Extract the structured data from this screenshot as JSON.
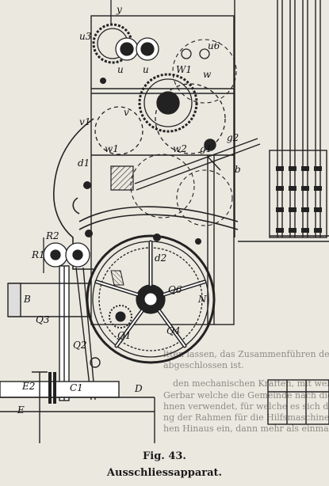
{
  "figure": {
    "caption_number": "Fig. 43.",
    "caption_title": "Ausschliessapparat."
  },
  "labels": {
    "y": "y",
    "u3": "u3",
    "u": "u",
    "u_r": "u",
    "u6": "u6",
    "w_r": "w",
    "W1": "W1",
    "v1": "v1",
    "v": "v",
    "w1": "w1",
    "w2": "w2",
    "g1": "g1",
    "g2": "g2",
    "b": "b",
    "d1": "d1",
    "d2": "d2",
    "R1": "R1",
    "R2": "R2",
    "Q1": "Q1",
    "Q2": "Q2",
    "Q3": "Q3",
    "Q4": "Q4",
    "Q6": "Q6",
    "N": "N",
    "B": "B",
    "E2": "E2",
    "C1": "C1",
    "E": "E",
    "D": "D"
  },
  "bleed_through": [
    "ltten lassen, das Zusammenführen der Log",
    "abgeschlossen ist.",
    "den mechanischen Kräften, mit welchem",
    "Gerbar welche die Gemeinde nach dieser",
    "hnen verwendet, für welche es sich den ein",
    "ng der Rahmen für die Hilfsmaschine der in",
    "hen Hinaus ein, dann mehr als einmal"
  ]
}
